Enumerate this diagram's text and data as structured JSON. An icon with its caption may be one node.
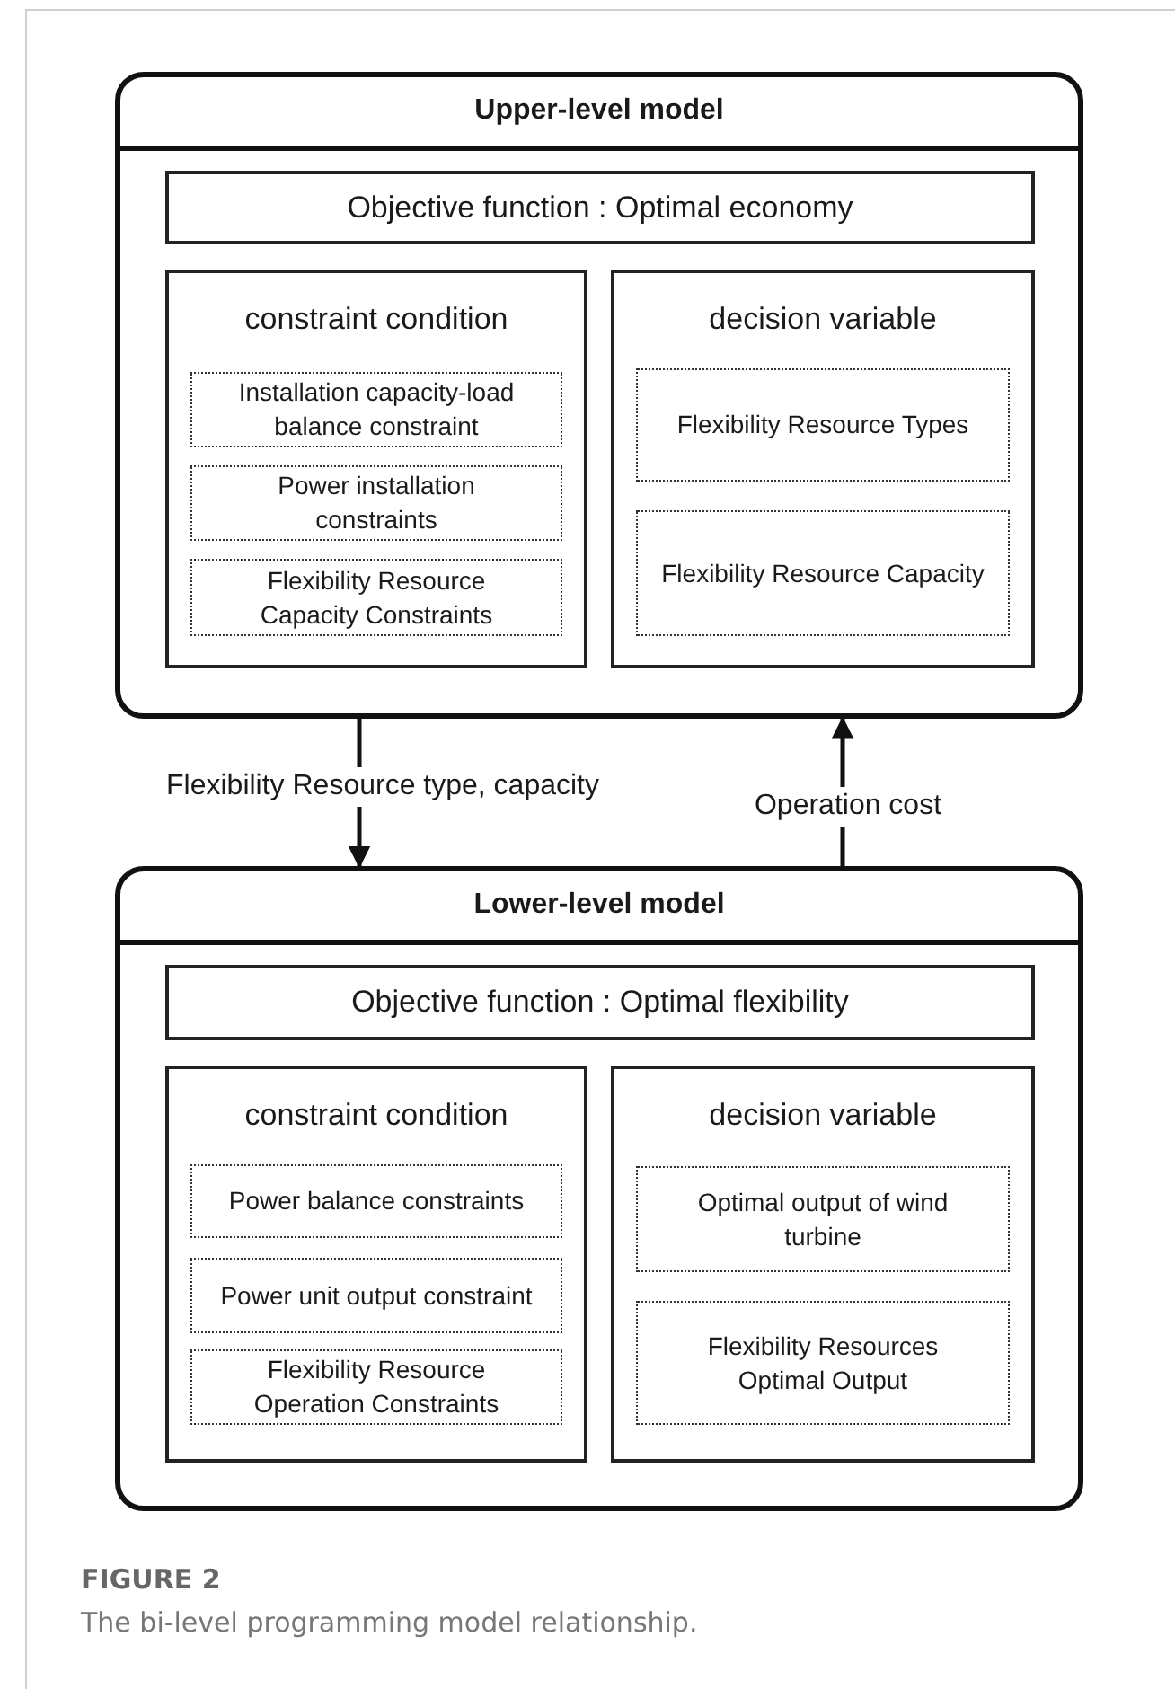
{
  "diagram": {
    "title": "FIGURE 2",
    "caption": "The bi-level programming model relationship.",
    "nodes": [
      {
        "text": [
          "Upper-level model"
        ]
      },
      {
        "text": [
          "Objective function : Optimal economy"
        ],
        "in": 0
      },
      {
        "text": [
          "constraint condition"
        ],
        "in": 0
      },
      {
        "text": [
          "Installation capacity-load balance constraint"
        ],
        "in": 2
      },
      {
        "text": [
          "Power installation constraints"
        ],
        "in": 2
      },
      {
        "text": [
          "Flexibility Resource Capacity Constraints"
        ],
        "in": 2
      },
      {
        "text": [
          "decision variable"
        ],
        "in": 0
      },
      {
        "text": [
          "Flexibility Resource Types"
        ],
        "in": 6
      },
      {
        "text": [
          "Flexibility Resource Capacity"
        ],
        "in": 6
      },
      {
        "text": [
          "Lower-level model"
        ]
      },
      {
        "text": [
          "Objective function : Optimal flexibility"
        ],
        "in": 9
      },
      {
        "text": [
          "constraint condition"
        ],
        "in": 9
      },
      {
        "text": [
          "Power balance constraints"
        ],
        "in": 11
      },
      {
        "text": [
          "Power unit output constraint"
        ],
        "in": 11
      },
      {
        "text": [
          "Flexibility Resource Operation Constraints"
        ],
        "in": 11
      },
      {
        "text": [
          "decision variable"
        ],
        "in": 9
      },
      {
        "text": [
          "Optimal output of wind turbine"
        ],
        "in": 15
      },
      {
        "text": [
          "Flexibility Resources Optimal Output"
        ],
        "in": 15
      }
    ],
    "edges": [
      {
        "from": 0,
        "to": 9,
        "arrow": "to",
        "label": "Flexibility Resource type, capacity"
      },
      {
        "from": 9,
        "to": 0,
        "arrow": "to",
        "label": "Operation cost"
      }
    ]
  }
}
